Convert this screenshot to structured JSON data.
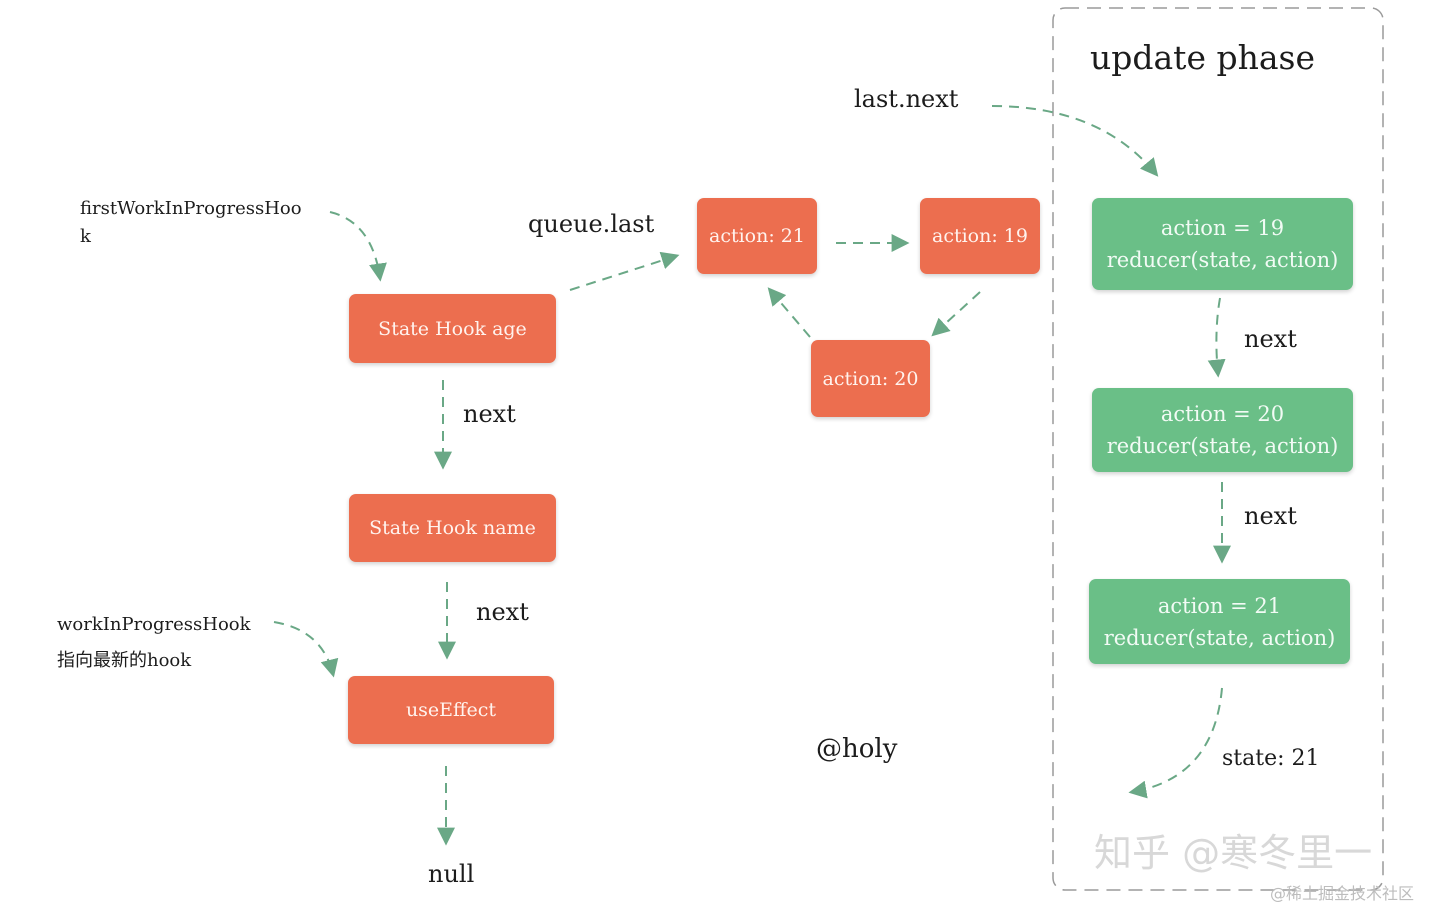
{
  "phase": {
    "title": "update phase"
  },
  "labels": {
    "first_wip_hook_line1": "firstWorkInProgressHoo",
    "first_wip_hook_line2": "k",
    "wip_hook_line1": "workInProgressHook",
    "wip_hook_line2": "指向最新的hook",
    "queue_last": "queue.last",
    "last_next": "last.next",
    "next_1": "next",
    "next_2": "next",
    "next_3": "next",
    "next_4": "next",
    "null": "null",
    "state": "state: 21",
    "author": "@holy"
  },
  "hooks": [
    {
      "label": "State Hook age"
    },
    {
      "label": "State Hook name"
    },
    {
      "label": "useEffect"
    }
  ],
  "queue": [
    {
      "label": "action: 21"
    },
    {
      "label": "action: 19"
    },
    {
      "label": "action: 20"
    }
  ],
  "updates": [
    {
      "line1": "action = 19",
      "line2": "reducer(state, action)"
    },
    {
      "line1": "action = 20",
      "line2": "reducer(state, action)"
    },
    {
      "line1": "action = 21",
      "line2": "reducer(state, action)"
    }
  ],
  "watermark": {
    "main": "知乎 @寒冬里一",
    "sub": "@稀土掘金技术社区"
  },
  "colors": {
    "node_orange": "#ec6e4f",
    "node_green": "#6abf87",
    "arrow": "#6aa886",
    "frame": "#9a9a9a"
  }
}
